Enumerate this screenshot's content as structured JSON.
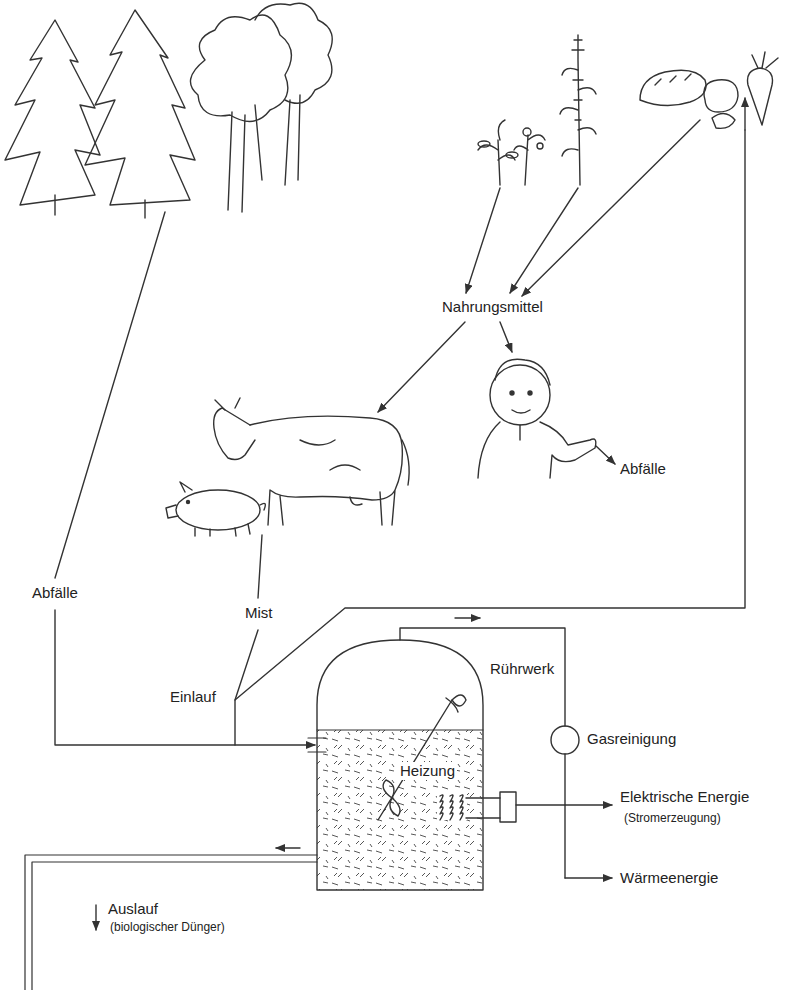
{
  "diagram": {
    "labels": [
      "Nahrungsmittel",
      "Abfälle",
      "Abfälle",
      "Mist",
      "Einlauf",
      "Rührwerk",
      "Gasreinigung",
      "Heizung",
      "Elektrische Energie",
      "(Stromerzeugung)",
      "Wärmeenergie",
      "Auslauf",
      "(biologischer Dünger)"
    ]
  }
}
